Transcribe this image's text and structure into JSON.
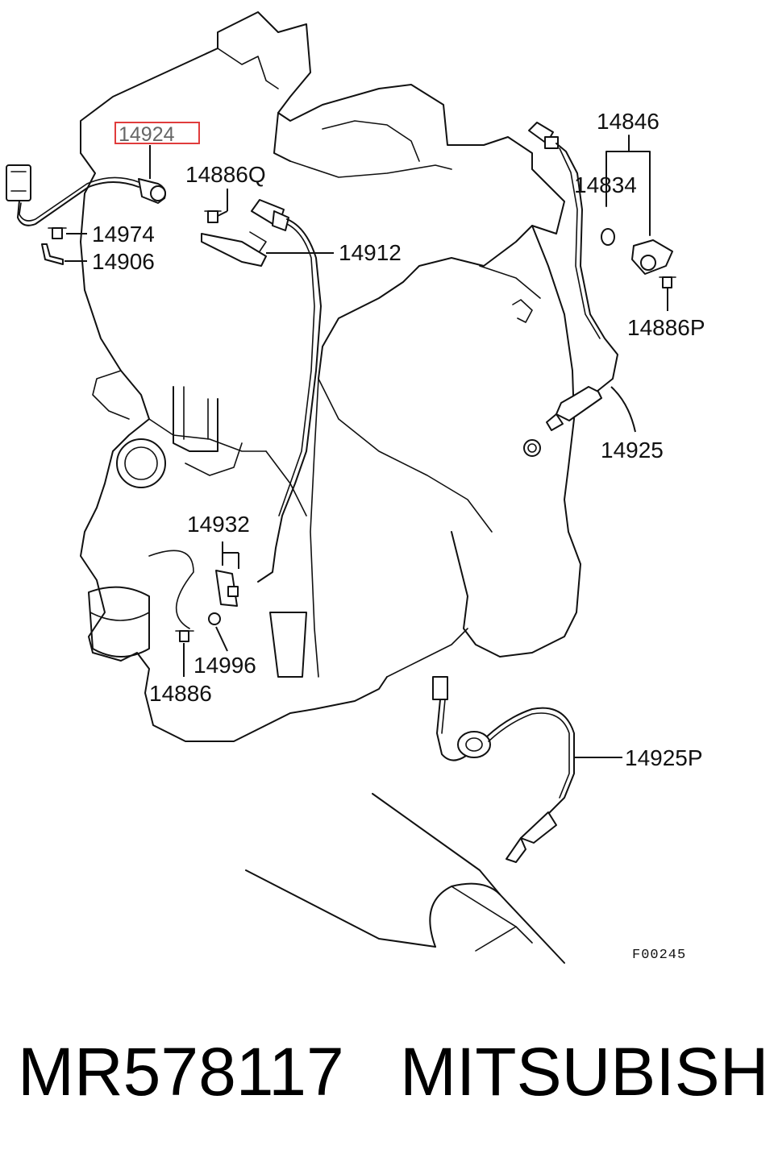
{
  "diagram": {
    "labels": {
      "p14924": "14924",
      "p14886Q": "14886Q",
      "p14974": "14974",
      "p14906": "14906",
      "p14912": "14912",
      "p14846": "14846",
      "p14834": "14834",
      "p14886P": "14886P",
      "p14925": "14925",
      "p14932": "14932",
      "p14996": "14996",
      "p14886": "14886",
      "p14925P": "14925P"
    },
    "figure_code": "F00245",
    "highlight_color": "#e03c3c"
  },
  "caption": {
    "part_number": "MR578117",
    "brand": "MITSUBISHI"
  }
}
